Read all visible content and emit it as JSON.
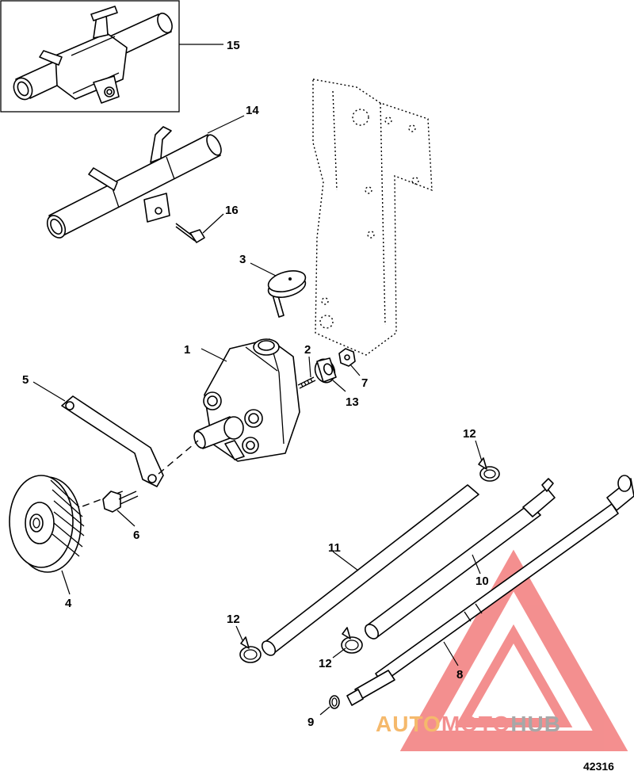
{
  "figure_number": "42316",
  "callouts": [
    "1",
    "2",
    "3",
    "4",
    "5",
    "6",
    "7",
    "8",
    "9",
    "10",
    "11",
    "12",
    "12",
    "12",
    "13",
    "14",
    "15",
    "16"
  ],
  "watermark": {
    "part1": "AUTO",
    "part2": "MOTO",
    "part3": "HUB",
    "color_orange": "#f2a23c",
    "color_red": "#f06a6a",
    "color_gray": "#8a8a8a"
  }
}
